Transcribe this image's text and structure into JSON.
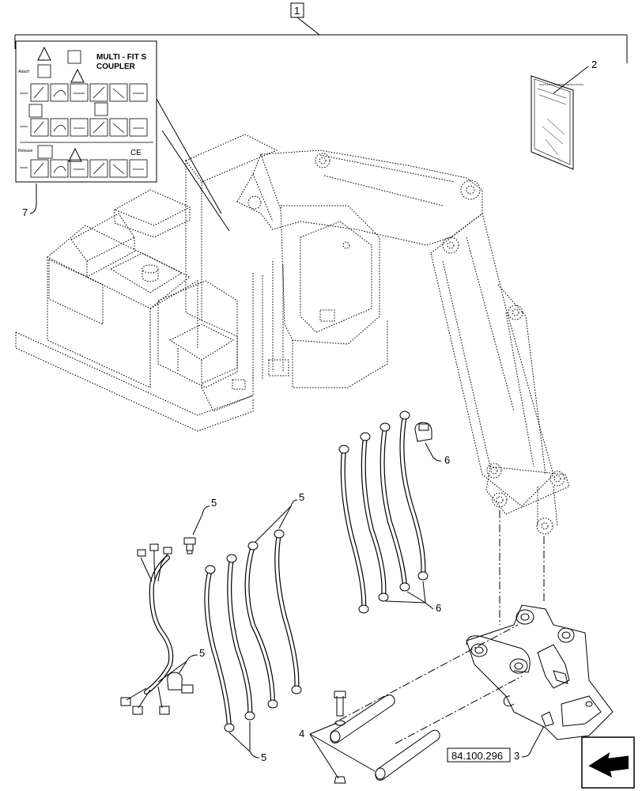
{
  "assembly_callout": "1",
  "callouts": {
    "manual": "2",
    "coupler": "3",
    "pins_bolt": "4",
    "harness_bolt": "5",
    "hoses_front": "5",
    "harness_clamp": "5",
    "hoses_front_bottom": "5",
    "hoses_rear_clip": "6",
    "hoses_rear_bottom": "6",
    "decal": "7"
  },
  "reference_box": "84.100.296",
  "decal": {
    "title_line1": "MULTI - FIT S",
    "title_line2": "COUPLER",
    "attach": "Attach",
    "release": "Release",
    "ce_mark": "CE"
  },
  "manual_cover_text": "MULTI-FIT S COUPLER INSTRUCTIONS",
  "icons": {
    "navigation": "next-page-arrow-icon"
  }
}
